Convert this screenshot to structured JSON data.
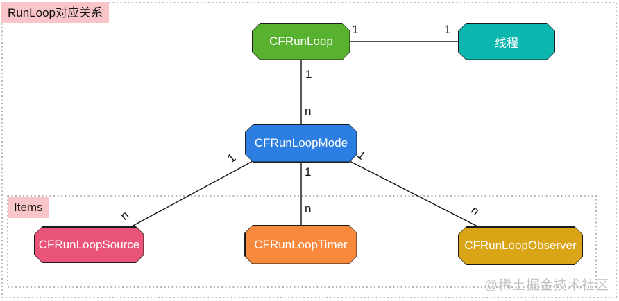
{
  "diagram": {
    "title": "RunLoop对应关系",
    "group": {
      "label": "Items"
    },
    "watermark": "@稀土掘金技术社区",
    "nodes": {
      "cfrunloop": {
        "label": "CFRunLoop",
        "color": "#58b230"
      },
      "thread": {
        "label": "线程",
        "color": "#0cb7b0"
      },
      "mode": {
        "label": "CFRunLoopMode",
        "color": "#2d7ee3"
      },
      "source": {
        "label": "CFRunLoopSource",
        "color": "#e95478"
      },
      "timer": {
        "label": "CFRunLoopTimer",
        "color": "#f7893c"
      },
      "observer": {
        "label": "CFRunLoopObserver",
        "color": "#d9a516"
      }
    },
    "edges": [
      {
        "from": "CFRunLoop",
        "to": "线程",
        "from_label": "1",
        "to_label": "1"
      },
      {
        "from": "CFRunLoop",
        "to": "CFRunLoopMode",
        "from_label": "1",
        "to_label": "n"
      },
      {
        "from": "CFRunLoopMode",
        "to": "CFRunLoopSource",
        "from_label": "1",
        "to_label": "n"
      },
      {
        "from": "CFRunLoopMode",
        "to": "CFRunLoopTimer",
        "from_label": "1",
        "to_label": "n"
      },
      {
        "from": "CFRunLoopMode",
        "to": "CFRunLoopObserver",
        "from_label": "1",
        "to_label": "n"
      }
    ],
    "colors": {
      "label_bg": "#f9c5c8",
      "dashed_border": "#9e9e9e",
      "edge_line": "#141414",
      "node_border": "#1c1c1c",
      "node_text": "#ffffff",
      "watermark": "#c3c3c3"
    }
  }
}
